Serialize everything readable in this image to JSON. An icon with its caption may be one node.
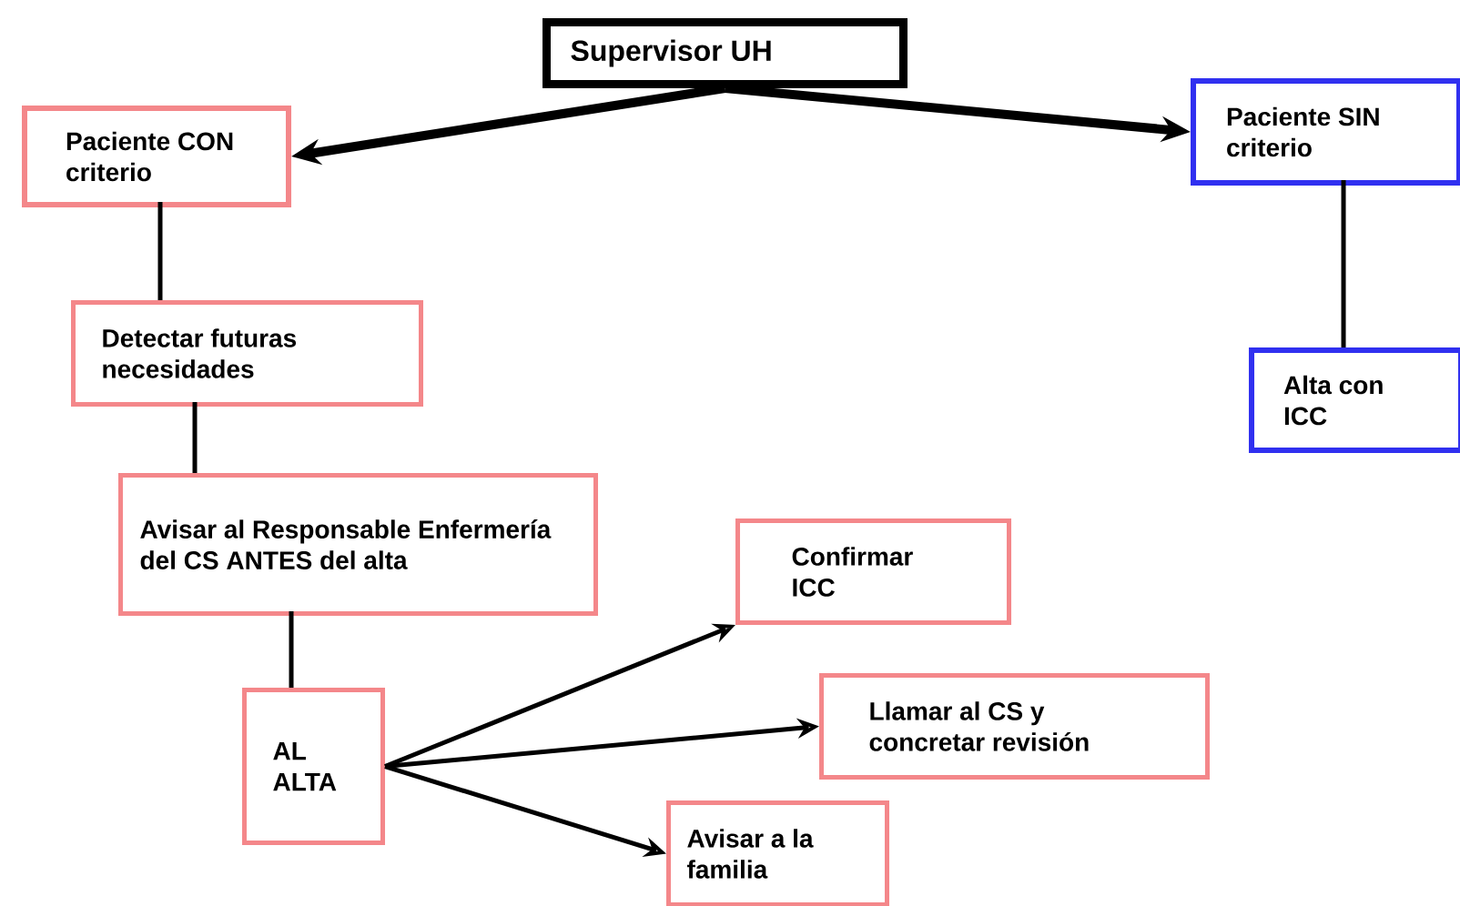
{
  "diagram": {
    "nodes": [
      {
        "text": [
          "Supervisor  UH"
        ]
      },
      {
        "text": [
          "Paciente CON criterio"
        ]
      },
      {
        "text": [
          "Paciente SIN criterio"
        ]
      },
      {
        "text": [
          "Detectar futuras necesidades"
        ]
      },
      {
        "text": [
          "Alta con ICC"
        ]
      },
      {
        "text": [
          "Avisar al Responsable Enfermería del CS ANTES del alta"
        ]
      },
      {
        "text": [
          "AL ALTA"
        ]
      },
      {
        "text": [
          "Confirmar ICC"
        ]
      },
      {
        "text": [
          "Llamar al CS y concretar revisión"
        ]
      },
      {
        "text": [
          "Avisar a la familia"
        ]
      }
    ],
    "edges": [
      {
        "from": 0,
        "to": 1,
        "arrow": "to",
        "style": "thick"
      },
      {
        "from": 0,
        "to": 2,
        "arrow": "to",
        "style": "thick"
      },
      {
        "from": 1,
        "to": 3,
        "arrow": "none"
      },
      {
        "from": 2,
        "to": 4,
        "arrow": "none"
      },
      {
        "from": 3,
        "to": 5,
        "arrow": "none"
      },
      {
        "from": 5,
        "to": 6,
        "arrow": "none"
      },
      {
        "from": 6,
        "to": 7,
        "arrow": "to"
      },
      {
        "from": 6,
        "to": 8,
        "arrow": "to"
      },
      {
        "from": 6,
        "to": 9,
        "arrow": "to"
      }
    ]
  }
}
